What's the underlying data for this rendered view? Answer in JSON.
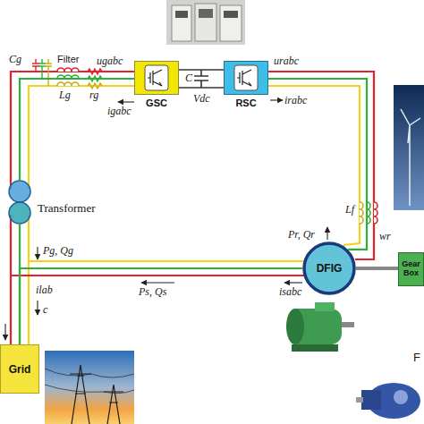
{
  "diagram": {
    "nodes": [
      {
        "text": [
          "GSC"
        ]
      },
      {
        "text": [
          "RSC"
        ]
      },
      {
        "text": [
          "Transformer"
        ]
      },
      {
        "text": [
          "DFIG"
        ]
      },
      {
        "text": [
          "Gear Box"
        ]
      },
      {
        "text": [
          "Grid"
        ]
      }
    ],
    "edges": [
      {
        "from": 0,
        "to": 1,
        "arrow": "none"
      },
      {
        "from": 2,
        "to": 0,
        "arrow": "none"
      },
      {
        "from": 1,
        "to": 3,
        "arrow": "none"
      },
      {
        "from": 3,
        "to": 4,
        "arrow": "none"
      },
      {
        "from": 3,
        "to": 5,
        "arrow": "none"
      },
      {
        "from": 5,
        "to": 2,
        "arrow": "none"
      }
    ],
    "labels": [
      "Cg",
      "Filter",
      "ugabc",
      "C",
      "Vdc",
      "urabc",
      "Lg",
      "rg",
      "igabc",
      "irabc",
      "Lf",
      "Pr, Qr",
      "wr",
      "Pg, Qg",
      "ilab",
      "c",
      "Ps, Qs",
      "isabc",
      "F"
    ]
  }
}
